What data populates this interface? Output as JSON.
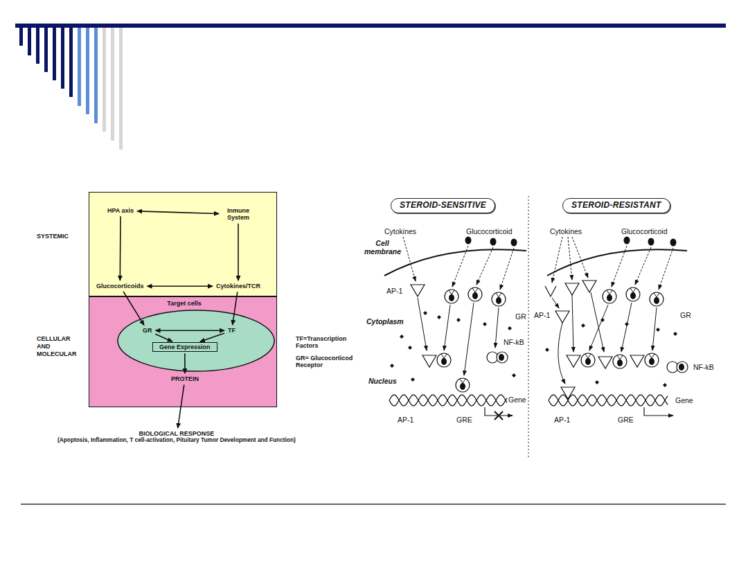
{
  "diagram": {
    "nodes": [
      {
        "text": [
          "SYSTEMIC"
        ]
      },
      {
        "text": [
          "HPA axis"
        ],
        "in": 0
      },
      {
        "text": [
          "Inmune System"
        ],
        "in": 0
      },
      {
        "text": [
          "Glucocorticoids"
        ],
        "in": 0
      },
      {
        "text": [
          "Cytokines/TCR"
        ],
        "in": 0
      },
      {
        "text": [
          "CELLULAR AND MOLECULAR"
        ]
      },
      {
        "text": [
          "Target cells"
        ],
        "in": 5
      },
      {
        "text": [
          "GR"
        ],
        "in": 6
      },
      {
        "text": [
          "TF"
        ],
        "in": 6
      },
      {
        "text": [
          "Gene Expression"
        ],
        "in": 6
      },
      {
        "text": [
          "PROTEIN"
        ],
        "in": 6
      },
      {
        "text": [
          "BIOLOGICAL RESPONSE",
          "(Apoptosis, Inflammation, T cell-activation, Pituitary Tumor Development and Function)"
        ]
      },
      {
        "text": [
          "STEROID-SENSITIVE"
        ]
      },
      {
        "text": [
          "STEROID-RESISTANT"
        ]
      }
    ],
    "edges": [
      {
        "from": 1,
        "to": 2,
        "arrow": "both"
      },
      {
        "from": 1,
        "to": 3,
        "arrow": "to"
      },
      {
        "from": 2,
        "to": 4,
        "arrow": "to"
      },
      {
        "from": 3,
        "to": 4,
        "arrow": "both"
      },
      {
        "from": 3,
        "to": 7,
        "arrow": "to"
      },
      {
        "from": 4,
        "to": 8,
        "arrow": "to"
      },
      {
        "from": 7,
        "to": 8,
        "arrow": "both"
      },
      {
        "from": 7,
        "to": 9,
        "arrow": "to"
      },
      {
        "from": 8,
        "to": 9,
        "arrow": "to"
      },
      {
        "from": 9,
        "to": 10,
        "arrow": "to"
      },
      {
        "from": 10,
        "to": 11,
        "arrow": "to"
      }
    ],
    "labels": [
      "TF=Transcription Factors",
      "GR= Glucocorticod Receptor",
      "Cytokines",
      "Glucocorticoid",
      "Cell membrane",
      "AP-1",
      "GR",
      "Cytoplasm",
      "NF-kB",
      "Nucleus",
      "Gene",
      "AP-1",
      "GRE",
      "Cytokines",
      "Glucocorticoid",
      "AP-1",
      "GR",
      "NF-kB",
      "Gene",
      "AP-1",
      "GRE"
    ]
  }
}
